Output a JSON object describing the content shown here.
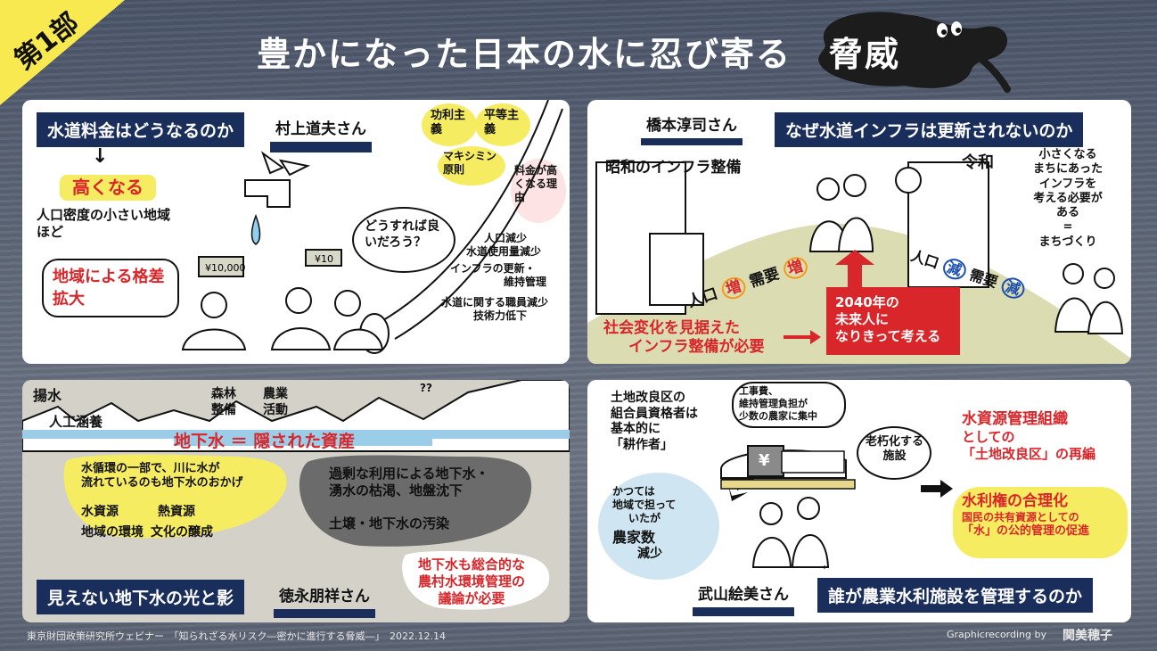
{
  "corner_label": "第1部",
  "title_main": "豊かになった日本の水に忍び寄る",
  "title_accent": "脅威",
  "panel1": {
    "header": "水道料金はどうなるのか",
    "speaker": "村上道夫さん",
    "arrow": "↓",
    "rise": "高くなる",
    "density": "人口密度の小さい地域ほど",
    "gap": "地域による格差拡大",
    "tag1": "功利主義",
    "tag2": "平等主義",
    "tag3": "マキシミン原則",
    "reason": "料金が高くなる理由",
    "question": "どうすれば良いだろう？",
    "reasons": [
      "人口減少",
      "水道使用量減少",
      "インフラの更新・",
      "維持管理",
      "水道に関する職員減少",
      "技術力低下"
    ],
    "money1": "¥10,000",
    "money2": "¥10"
  },
  "panel2": {
    "speaker": "橋本淳司さん",
    "header": "なぜ水道インフラは更新されないのか",
    "showa": "昭和のインフラ整備",
    "reiwa": "令和",
    "left_stat": [
      "人口",
      "増",
      "需要",
      "増"
    ],
    "right_stat": [
      "人口",
      "減",
      "需要",
      "減"
    ],
    "small": [
      "小さくなる",
      "まちにあった",
      "インフラを",
      "考える必要が",
      "ある",
      "=",
      "まちづくり"
    ],
    "box": [
      "2040年の",
      "未来人に",
      "なりきって考える"
    ],
    "bottom": [
      "社会変化を見据えた",
      "インフラ整備が必要"
    ]
  },
  "panel3": {
    "labels": [
      "揚水",
      "人工涵養",
      "森林整備",
      "農業活動",
      "??"
    ],
    "underground": "地下水 ＝ 隠された資産",
    "light": [
      "水循環の一部で、川に水が",
      "流れているのも地下水のおかげ",
      "水資源",
      "熱資源",
      "地域の環境",
      "文化の醸成"
    ],
    "shadow": [
      "過剰な利用による地下水・",
      "湧水の枯渇、地盤沈下",
      "土壌・地下水の汚染"
    ],
    "conclusion": [
      "地下水も総合的な",
      "農村水環境管理の",
      "議論が必要"
    ],
    "header": "見えない地下水の光と影",
    "speaker": "徳永朋祥さん"
  },
  "panel4": {
    "left": [
      "土地改良区の",
      "組合員資格者は",
      "基本的に",
      "「耕作者」"
    ],
    "past": [
      "かつては",
      "地域で担って",
      "いたが",
      "農家数",
      "減少"
    ],
    "burden": [
      "工事費、",
      "維持管理負担が",
      "少数の農家に集中"
    ],
    "yen": "¥",
    "aging": [
      "老朽化する",
      "施設"
    ],
    "r1": [
      "水資源管理組織",
      "としての",
      "「土地改良区」の再編"
    ],
    "r2": [
      "水利権の合理化",
      "国民の共有資源としての",
      "「水」の公的管理の促進"
    ],
    "speaker": "武山絵美さん",
    "header": "誰が農業水利施設を管理するのか"
  },
  "footer_left": "東京財団政策研究所ウェビナー　「知られざる水リスク―密かに進行する脅威―」　2022.12.14",
  "footer_credit": "Graphicrecording by",
  "footer_author": "関美穂子"
}
